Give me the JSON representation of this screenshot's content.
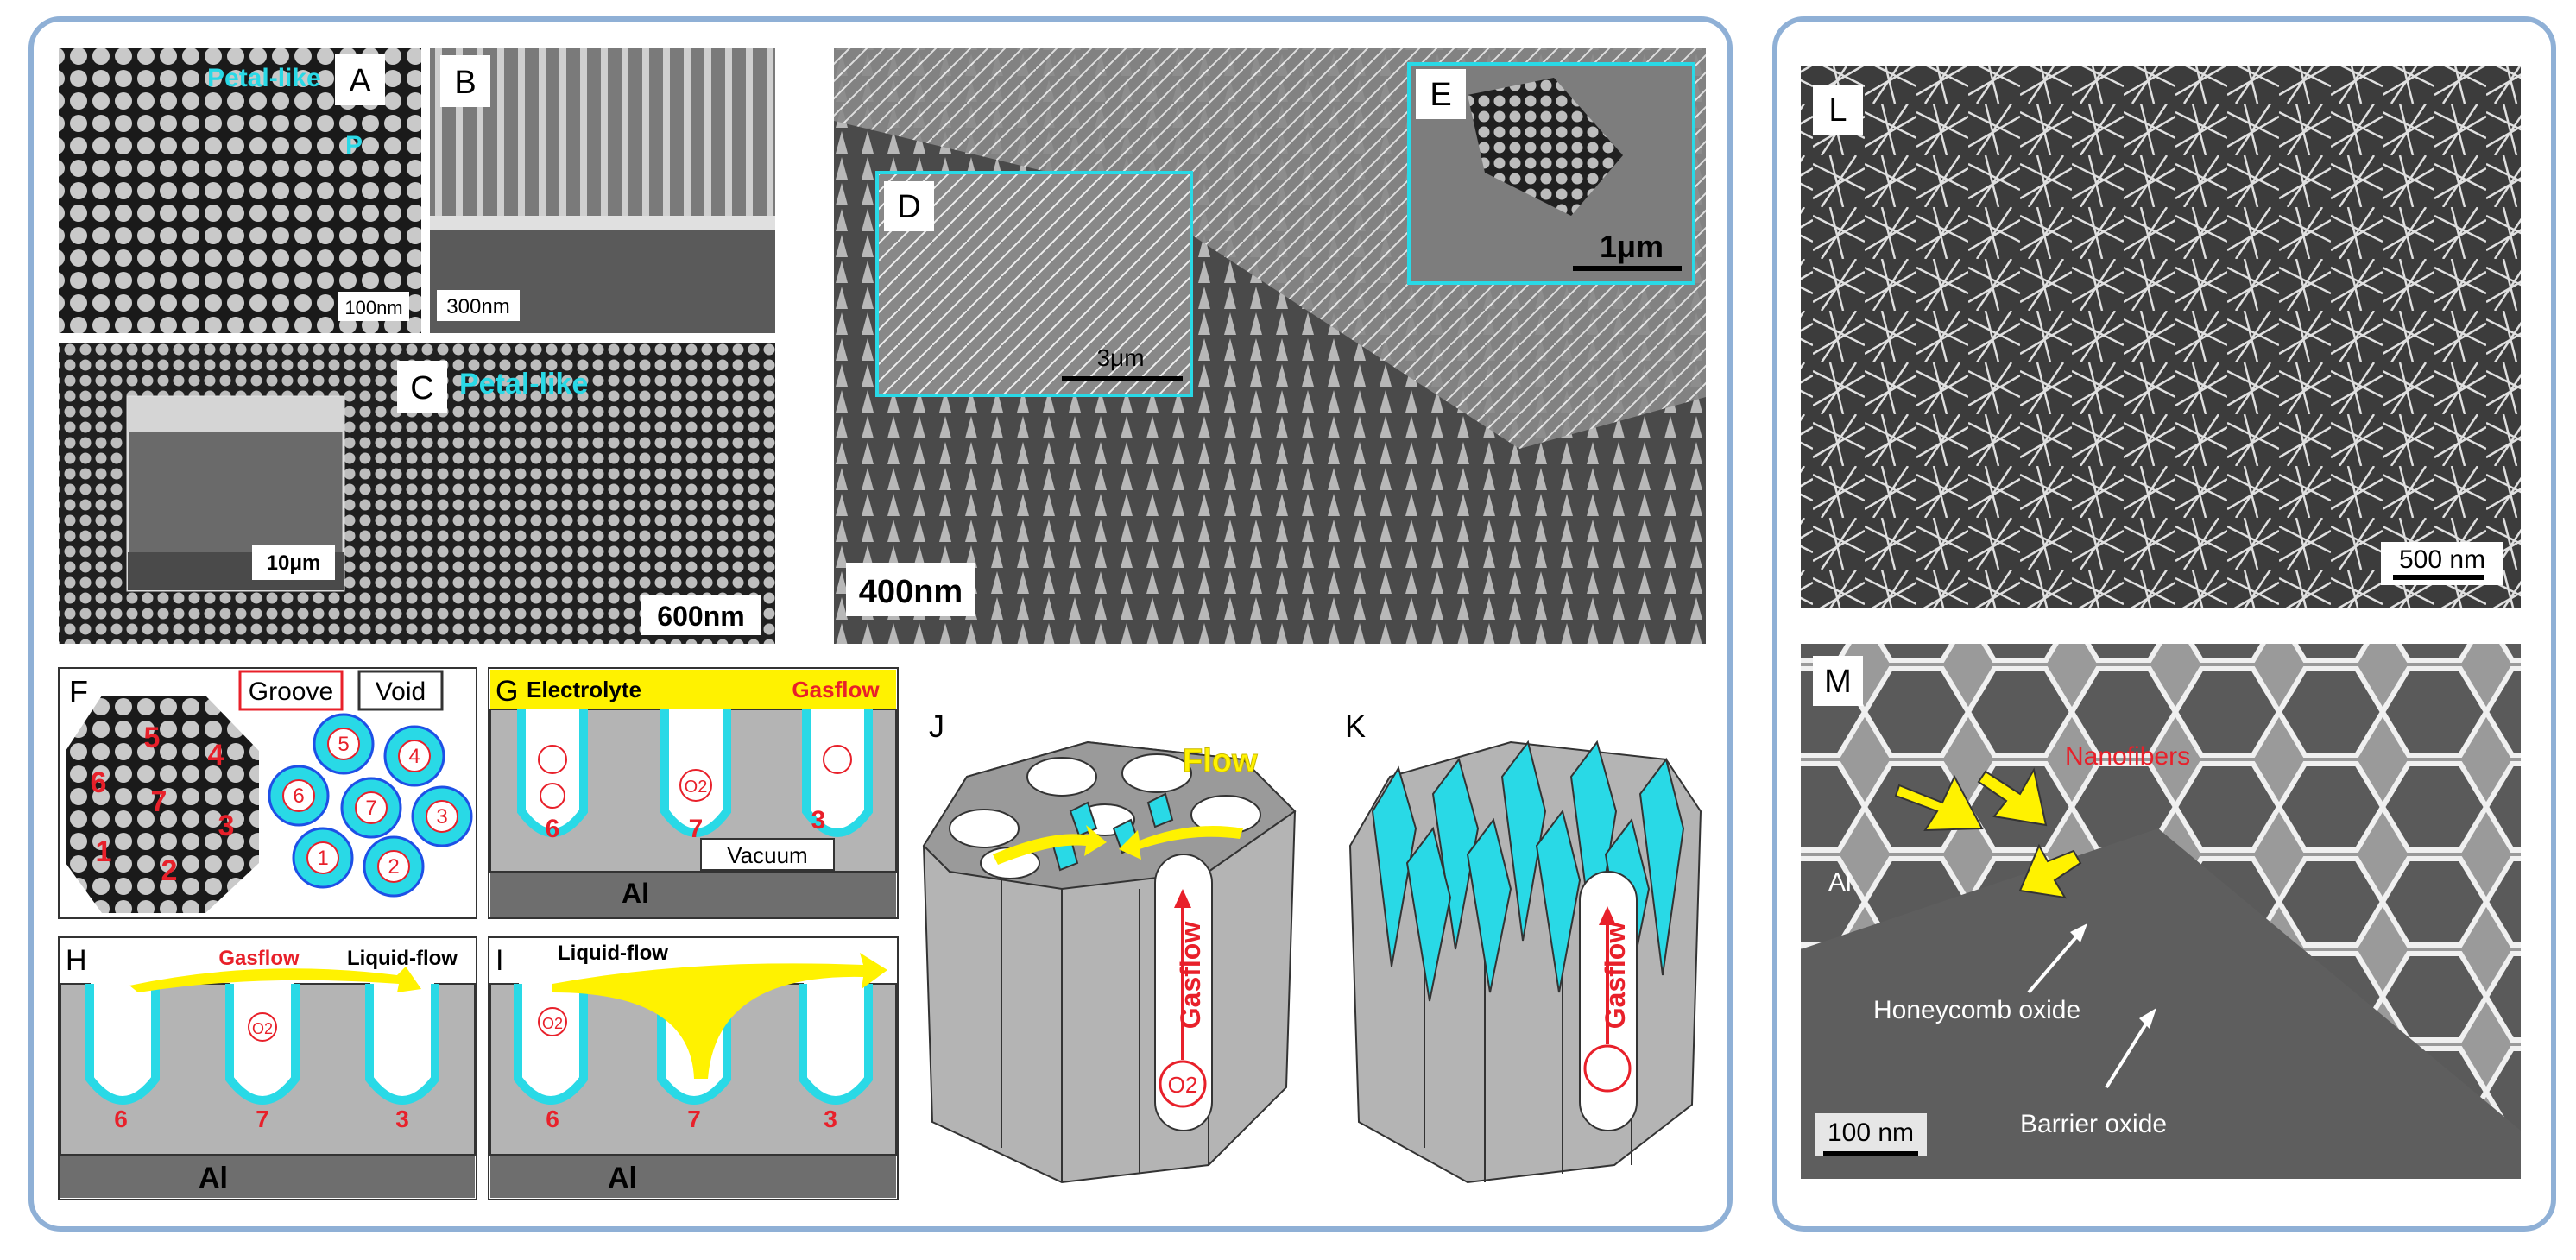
{
  "panels": {
    "A": {
      "letter": "A",
      "tag": "Petal-like",
      "p": "P",
      "scale": "100nm"
    },
    "B": {
      "letter": "B",
      "scale": "300nm"
    },
    "C": {
      "letter": "C",
      "tag": "Petal-like",
      "inset_scale": "10μm",
      "scale": "600nm"
    },
    "D": {
      "letter": "D",
      "scale": "3μm"
    },
    "E": {
      "letter": "E",
      "scale": "1μm"
    },
    "main": {
      "scale": "400nm"
    },
    "F": {
      "letter": "F",
      "groove": "Groove",
      "void": "Void",
      "numbers": [
        "1",
        "2",
        "3",
        "4",
        "5",
        "6",
        "7"
      ]
    },
    "G": {
      "letter": "G",
      "electrolyte": "Electrolyte",
      "gasflow": "Gasflow",
      "o2": "O2",
      "vacuum": "Vacuum",
      "al": "Al",
      "pores": [
        "6",
        "7",
        "3"
      ]
    },
    "H": {
      "letter": "H",
      "gasflow": "Gasflow",
      "liquid": "Liquid-flow",
      "o2": "O2",
      "al": "Al",
      "pores": [
        "6",
        "7",
        "3"
      ]
    },
    "I": {
      "letter": "I",
      "liquid": "Liquid-flow",
      "o2": "O2",
      "al": "Al",
      "pores": [
        "6",
        "7",
        "3"
      ]
    },
    "J": {
      "letter": "J",
      "flow": "Flow",
      "gasflow": "Gasflow",
      "o2": "O2"
    },
    "K": {
      "letter": "K",
      "gasflow": "Gasflow"
    },
    "L": {
      "letter": "L",
      "scale": "500 nm"
    },
    "M": {
      "letter": "M",
      "nanofibers": "Nanofibers",
      "al": "Al",
      "honeycomb": "Honeycomb oxide",
      "barrier": "Barrier oxide",
      "scale": "100 nm"
    }
  },
  "colors": {
    "frame": "#8fb0d6",
    "cyan": "#29d9e6",
    "yellow": "#fff200",
    "red": "#e8202a",
    "gray": "#b4b4b4",
    "dark": "#6e6e6e"
  }
}
